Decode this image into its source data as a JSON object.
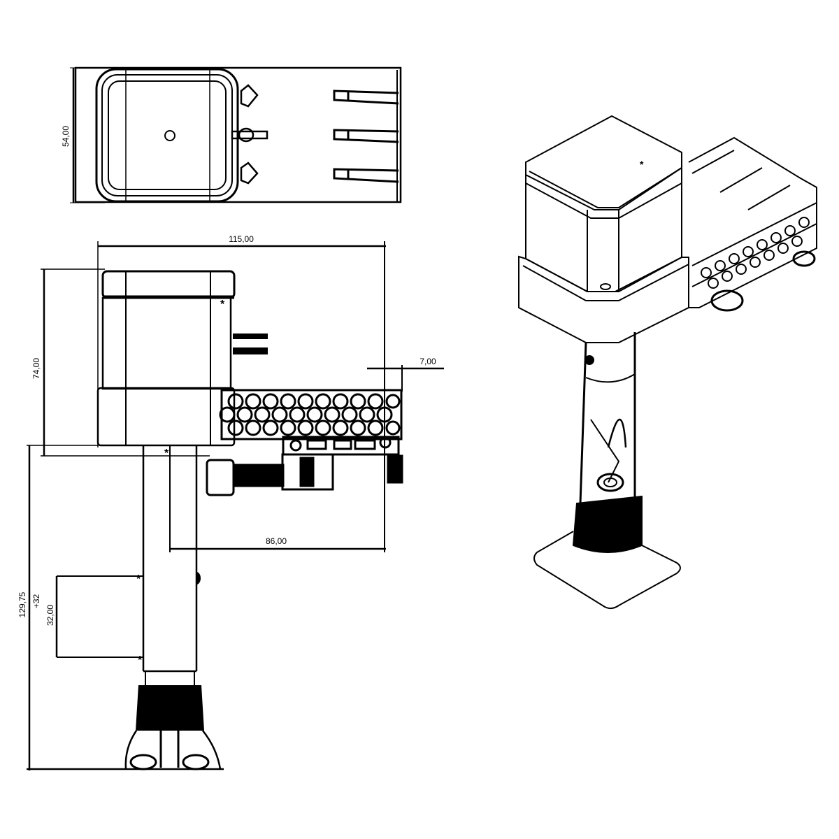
{
  "drawing": {
    "views": [
      "top-view",
      "front-view",
      "isometric-view"
    ],
    "line_color": "#000000",
    "background": "#ffffff"
  },
  "dimensions": {
    "top_width": "54,00",
    "overall_width": "115,00",
    "head_height": "74,00",
    "bracket_offset": "7,00",
    "clamp_to_bracket": "86,00",
    "total_height": "129,75",
    "travel_tolerance": "+32",
    "travel_length": "32,00"
  }
}
